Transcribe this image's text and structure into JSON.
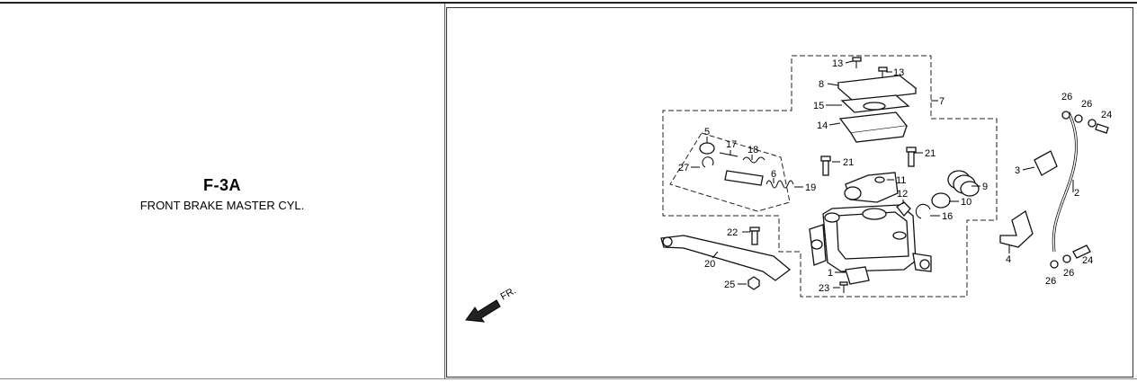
{
  "section": {
    "code": "F-3A",
    "title": "FRONT BRAKE MASTER CYL."
  },
  "diagram": {
    "direction_label": "FR.",
    "callouts": [
      "1",
      "2",
      "3",
      "4",
      "5",
      "6",
      "7",
      "8",
      "9",
      "10",
      "11",
      "12",
      "13",
      "13",
      "14",
      "15",
      "16",
      "17",
      "18",
      "19",
      "20",
      "21",
      "21",
      "22",
      "23",
      "24",
      "24",
      "25",
      "26",
      "26",
      "26",
      "26",
      "27"
    ]
  }
}
